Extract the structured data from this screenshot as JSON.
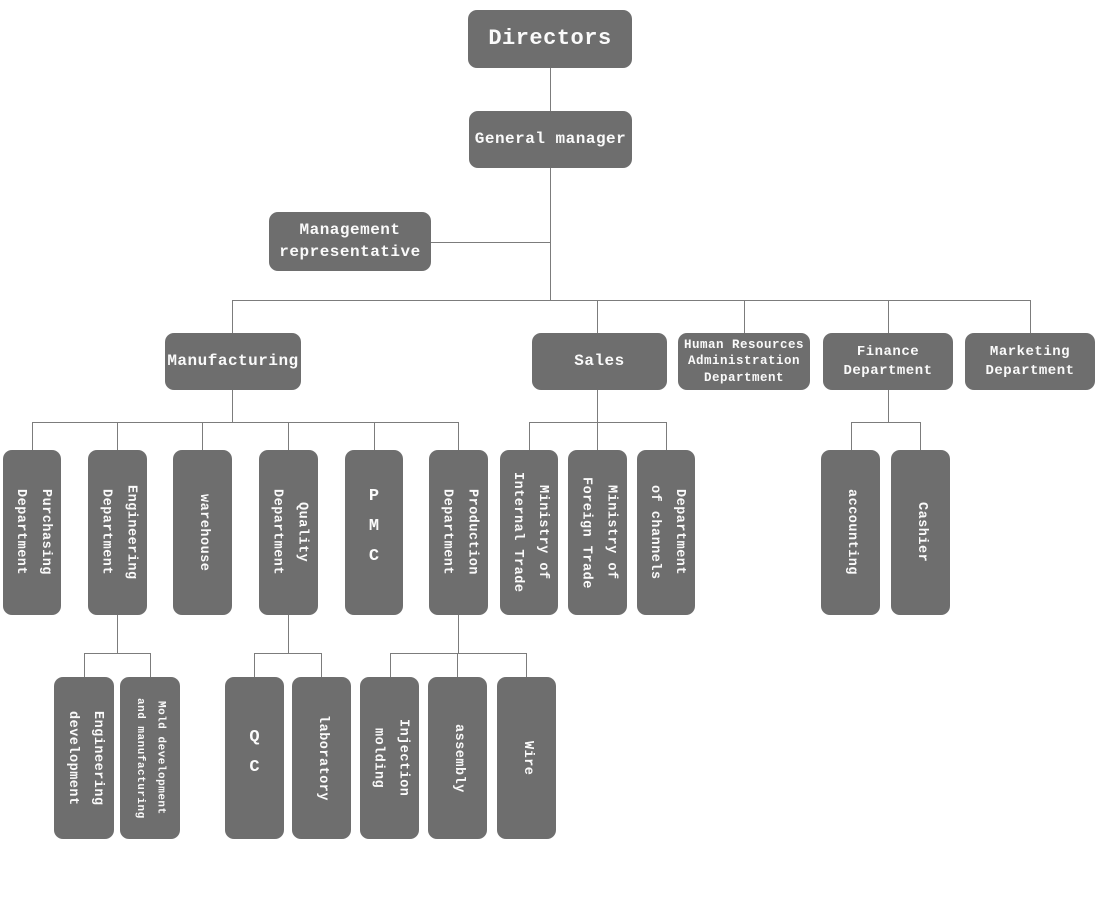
{
  "colors": {
    "node_fill": "#6e6e6e",
    "node_text": "#fafafa",
    "connector": "#7c7c7c",
    "background": "#ffffff"
  },
  "nodes": {
    "directors": {
      "label": "Directors"
    },
    "general_manager": {
      "label": "General manager"
    },
    "management_representative": {
      "label": "Management\nrepresentative"
    },
    "manufacturing": {
      "label": "Manufacturing"
    },
    "sales": {
      "label": "Sales"
    },
    "hr_admin": {
      "label": "Human Resources\nAdministration\nDepartment"
    },
    "finance": {
      "label": "Finance\nDepartment"
    },
    "marketing": {
      "label": "Marketing\nDepartment"
    },
    "purchasing": {
      "label": "Purchasing\nDepartment"
    },
    "engineering": {
      "label": "Engineering\nDepartment"
    },
    "warehouse": {
      "label": "warehouse"
    },
    "quality": {
      "label": "Quality\nDepartment"
    },
    "pmc": {
      "label": "PMC"
    },
    "production": {
      "label": "Production\nDepartment"
    },
    "ministry_internal": {
      "label": "Ministry of\nInternal Trade"
    },
    "ministry_foreign": {
      "label": "Ministry of\nForeign Trade"
    },
    "channels": {
      "label": "Department\nof channels"
    },
    "accounting": {
      "label": "accounting"
    },
    "cashier": {
      "label": "Cashier"
    },
    "engineering_development": {
      "label": "Engineering\ndevelopment"
    },
    "mold_development": {
      "label": "Mold development\nand manufacturing"
    },
    "qc": {
      "label": "QC"
    },
    "laboratory": {
      "label": "laboratory"
    },
    "injection_molding": {
      "label": "Injection\nmolding"
    },
    "assembly": {
      "label": "assembly"
    },
    "wire": {
      "label": "Wire"
    }
  }
}
